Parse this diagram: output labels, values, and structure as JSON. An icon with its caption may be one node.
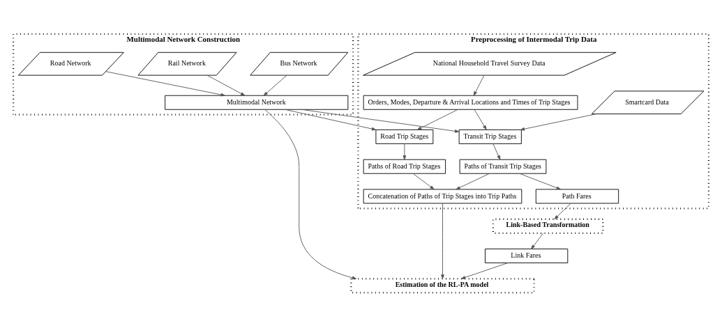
{
  "diagram": {
    "nodes": [
      {
        "text": [
          "Multimodal Network Construction"
        ]
      },
      {
        "text": [
          "Road Network"
        ],
        "in": 0
      },
      {
        "text": [
          "Bus Network"
        ],
        "in": 0
      },
      {
        "text": [
          "Rail Network"
        ],
        "in": 0
      },
      {
        "text": [
          "Multimodal Network"
        ],
        "in": 0
      },
      {
        "text": [
          "Preprocessing of Intermodal Trip Data"
        ]
      },
      {
        "text": [
          "Smartcard Data"
        ],
        "in": 5
      },
      {
        "text": [
          "National Household Travel Survey Data"
        ],
        "in": 5
      },
      {
        "text": [
          "Orders, Modes, Departure & Arrival Locations and Times of Trip Stages"
        ],
        "in": 5
      },
      {
        "text": [
          "Transit Trip Stages"
        ],
        "in": 5
      },
      {
        "text": [
          "Road Trip Stages"
        ],
        "in": 5
      },
      {
        "text": [
          "Paths of Transit Trip Stages"
        ],
        "in": 5
      },
      {
        "text": [
          "Paths of Road Trip Stages"
        ],
        "in": 5
      },
      {
        "text": [
          "Path Fares"
        ],
        "in": 5
      },
      {
        "text": [
          "Concatenation of Paths of Trip Stages into Trip Paths"
        ],
        "in": 5
      },
      {
        "text": [
          "Link-Based Transformation"
        ]
      },
      {
        "text": [
          "Link Fares"
        ]
      },
      {
        "text": [
          "Estimation of the RL-PA model"
        ]
      }
    ],
    "edges": [
      {
        "from": 1,
        "to": 4,
        "arrow": "to"
      },
      {
        "from": 2,
        "to": 4,
        "arrow": "to"
      },
      {
        "from": 3,
        "to": 4,
        "arrow": "to"
      },
      {
        "from": 7,
        "to": 8,
        "arrow": "to"
      },
      {
        "from": 6,
        "to": 9,
        "arrow": "to"
      },
      {
        "from": 8,
        "to": 9,
        "arrow": "to"
      },
      {
        "from": 4,
        "to": 9,
        "arrow": "to"
      },
      {
        "from": 8,
        "to": 10,
        "arrow": "to"
      },
      {
        "from": 4,
        "to": 10,
        "arrow": "to"
      },
      {
        "from": 9,
        "to": 11,
        "arrow": "to"
      },
      {
        "from": 10,
        "to": 12,
        "arrow": "to"
      },
      {
        "from": 11,
        "to": 13,
        "arrow": "to"
      },
      {
        "from": 11,
        "to": 14,
        "arrow": "to"
      },
      {
        "from": 12,
        "to": 14,
        "arrow": "to"
      },
      {
        "from": 13,
        "to": 15,
        "arrow": "to"
      },
      {
        "from": 15,
        "to": 16,
        "arrow": "to"
      },
      {
        "from": 16,
        "to": 17,
        "arrow": "to"
      },
      {
        "from": 14,
        "to": 17,
        "arrow": "to"
      },
      {
        "from": 4,
        "to": 17,
        "arrow": "to"
      }
    ]
  }
}
